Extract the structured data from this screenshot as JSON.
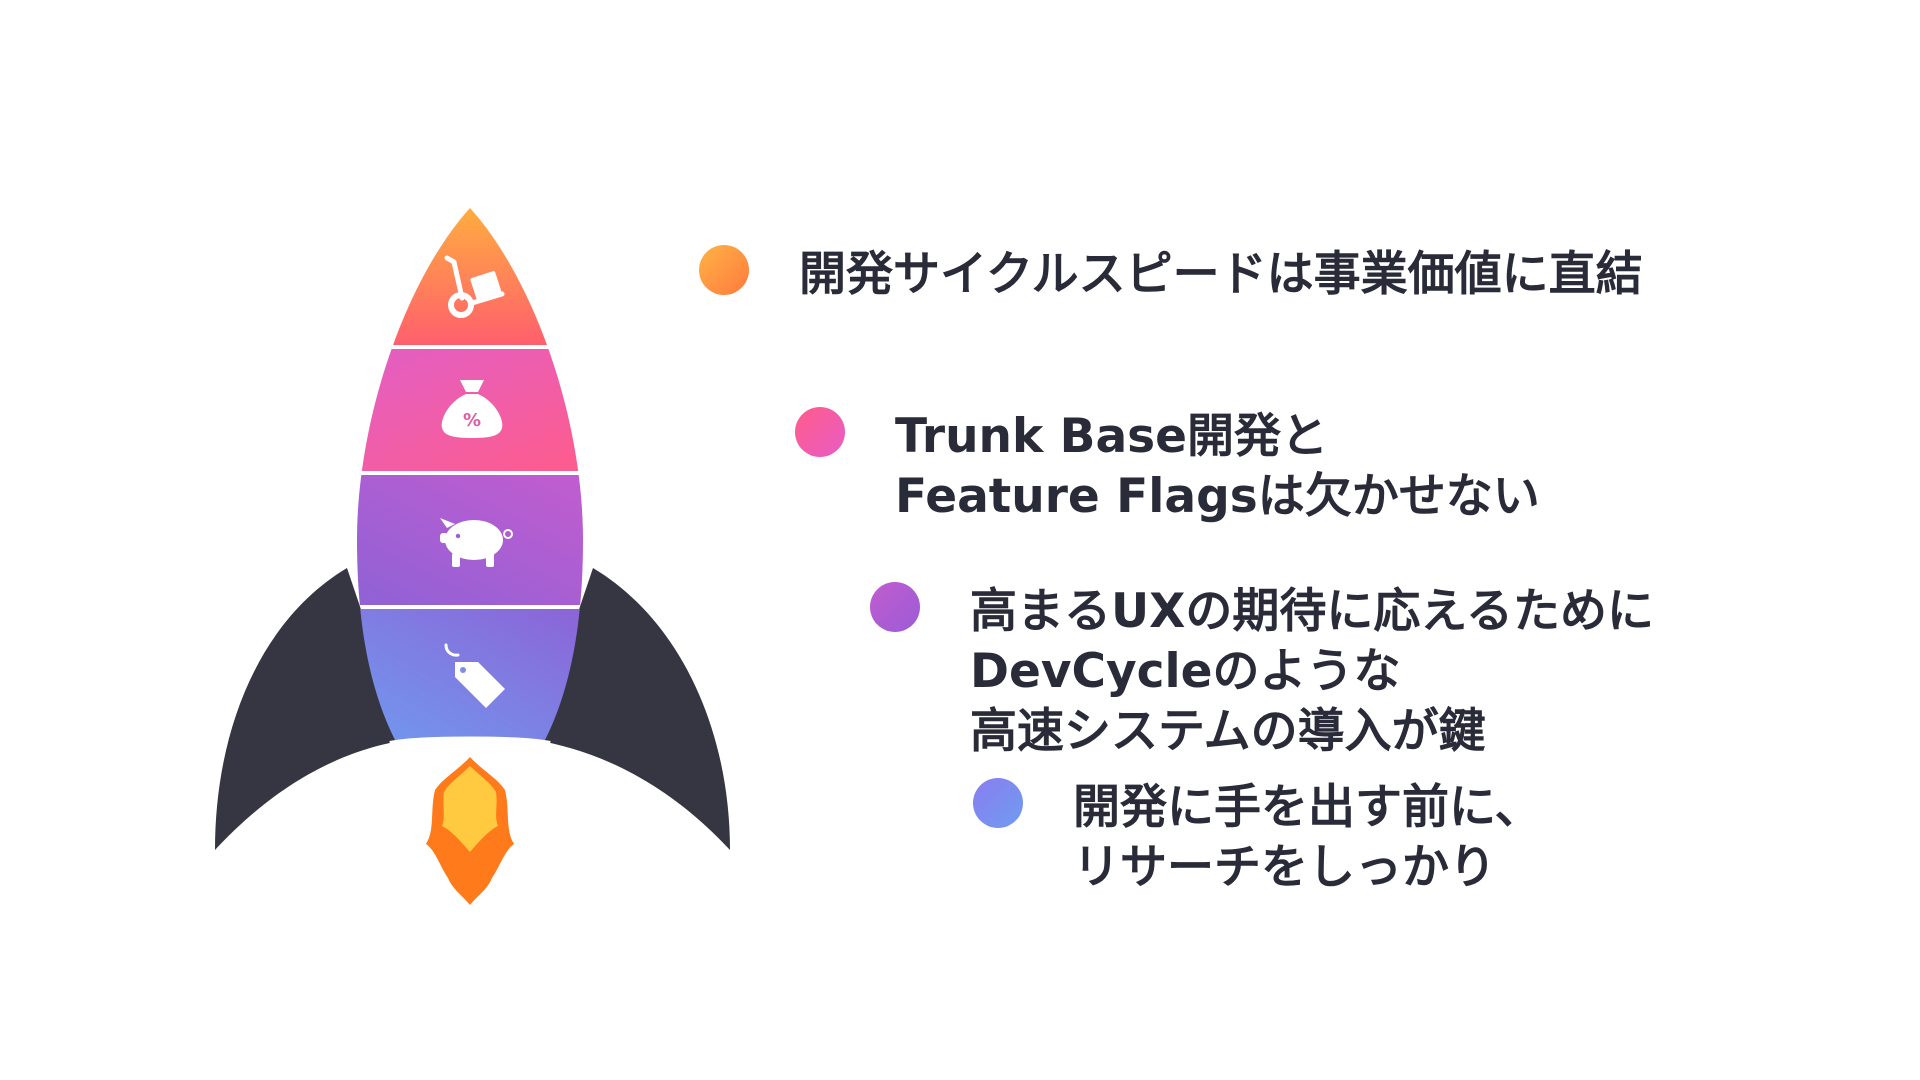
{
  "bullets": [
    {
      "lines": [
        "開発サイクルスピードは事業価値に直結"
      ],
      "color_from": "#ffb347",
      "color_to": "#ff7a3d"
    },
    {
      "lines": [
        "Trunk Base開発と",
        "Feature Flagsは欠かせない"
      ],
      "color_from": "#ff5c8a",
      "color_to": "#e85cc4"
    },
    {
      "lines": [
        "高まるUXの期待に応えるために",
        "DevCycleのような",
        "高速システムの導入が鍵"
      ],
      "color_from": "#c25ccf",
      "color_to": "#9b5cd6"
    },
    {
      "lines": [
        "開発に手を出す前に、",
        "リサーチをしっかり"
      ],
      "color_from": "#8a7df0",
      "color_to": "#6f9cf0"
    }
  ],
  "rocket": {
    "segment_icons": [
      "hand-truck-icon",
      "money-bag-percent-icon",
      "piggy-bank-icon",
      "price-tag-icon"
    ],
    "colors": {
      "nose_from": "#ffb13d",
      "nose_to": "#ff5f6d",
      "band2_from": "#ff5c8a",
      "band2_to": "#e15fc7",
      "band3_from": "#c45ccf",
      "band3_to": "#8d62d6",
      "band4_from": "#8d62d6",
      "band4_to": "#6f9cf0",
      "fins": "#353641",
      "flame_outer": "#ff7a1a",
      "flame_inner": "#ffc940"
    }
  }
}
